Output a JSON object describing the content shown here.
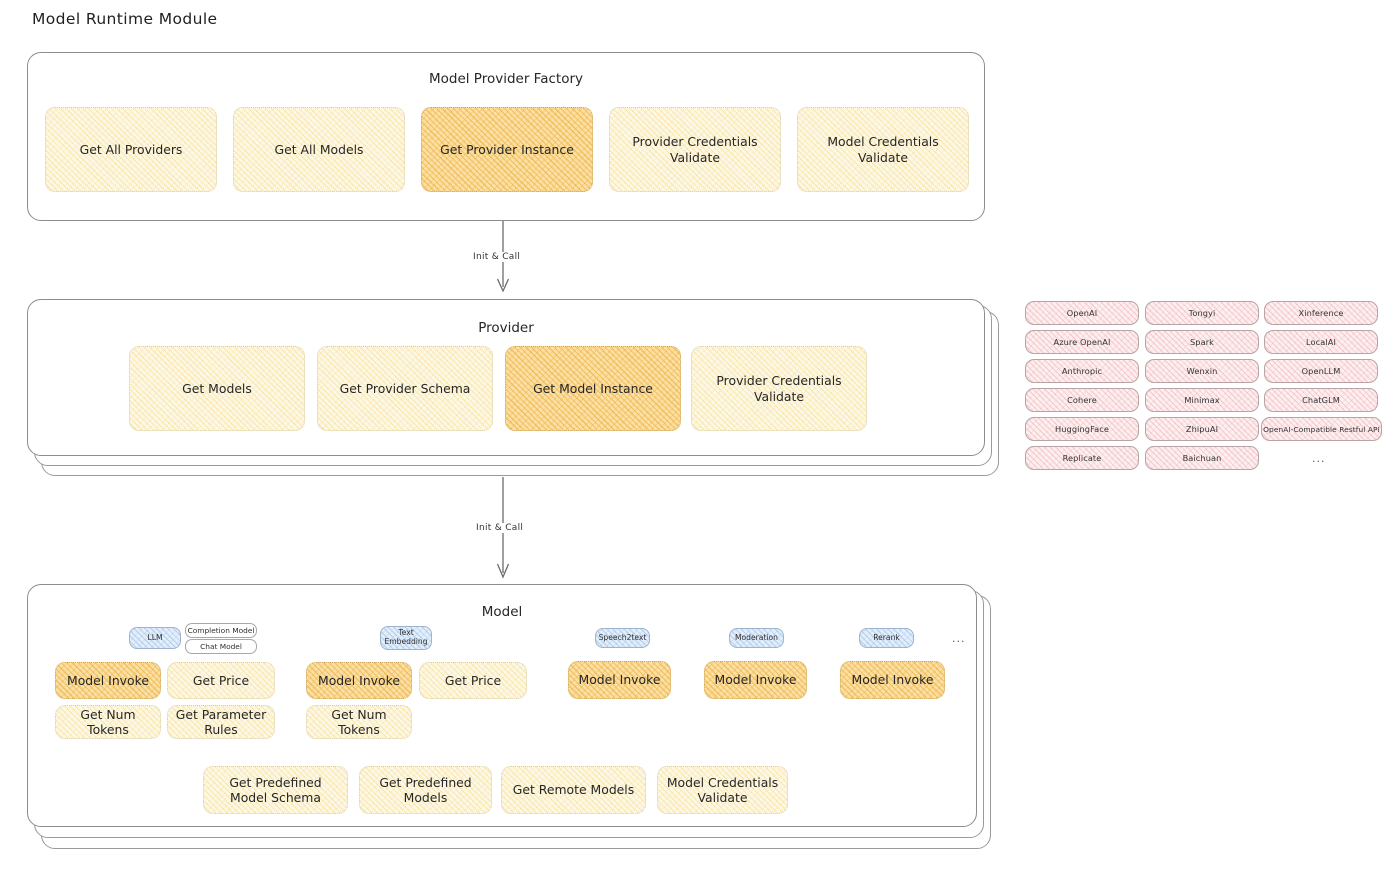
{
  "title": "Model Runtime Module",
  "factory": {
    "title": "Model Provider Factory",
    "cards": [
      {
        "label": "Get All Providers",
        "highlight": false
      },
      {
        "label": "Get All Models",
        "highlight": false
      },
      {
        "label": "Get Provider Instance",
        "highlight": true
      },
      {
        "label": "Provider Credentials Validate",
        "highlight": false
      },
      {
        "label": "Model Credentials Validate",
        "highlight": false
      }
    ]
  },
  "arrows": [
    {
      "label": "Init & Call"
    },
    {
      "label": "Init & Call"
    }
  ],
  "provider": {
    "title": "Provider",
    "cards": [
      {
        "label": "Get Models",
        "highlight": false
      },
      {
        "label": "Get Provider Schema",
        "highlight": false
      },
      {
        "label": "Get Model Instance",
        "highlight": true
      },
      {
        "label": "Provider Credentials Validate",
        "highlight": false
      }
    ]
  },
  "provider_list": {
    "columns": [
      [
        "OpenAI",
        "Azure OpenAI",
        "Anthropic",
        "Cohere",
        "HuggingFace",
        "Replicate"
      ],
      [
        "Tongyi",
        "Spark",
        "Wenxin",
        "Minimax",
        "ZhipuAI",
        "Baichuan"
      ],
      [
        "Xinference",
        "LocalAI",
        "OpenLLM",
        "ChatGLM",
        "OpenAI-Compatible Restful API"
      ]
    ],
    "ellipsis": "..."
  },
  "model": {
    "title": "Model",
    "ellipsis": "...",
    "types": [
      {
        "badge": "LLM",
        "subbadges": [
          "Completion Model",
          "Chat Model"
        ],
        "cards": [
          {
            "label": "Model Invoke",
            "highlight": true
          },
          {
            "label": "Get Price",
            "highlight": false
          },
          {
            "label": "Get Num Tokens",
            "highlight": false
          },
          {
            "label": "Get Parameter Rules",
            "highlight": false
          }
        ]
      },
      {
        "badge": "Text Embedding",
        "subbadges": [],
        "cards": [
          {
            "label": "Model Invoke",
            "highlight": true
          },
          {
            "label": "Get Price",
            "highlight": false
          },
          {
            "label": "Get Num Tokens",
            "highlight": false
          }
        ]
      },
      {
        "badge": "Speech2text",
        "subbadges": [],
        "cards": [
          {
            "label": "Model Invoke",
            "highlight": true
          }
        ]
      },
      {
        "badge": "Moderation",
        "subbadges": [],
        "cards": [
          {
            "label": "Model Invoke",
            "highlight": true
          }
        ]
      },
      {
        "badge": "Rerank",
        "subbadges": [],
        "cards": [
          {
            "label": "Model Invoke",
            "highlight": true
          }
        ]
      }
    ],
    "common_cards": [
      {
        "label": "Get Predefined Model Schema"
      },
      {
        "label": "Get Predefined Models"
      },
      {
        "label": "Get Remote Models"
      },
      {
        "label": "Model Credentials Validate"
      }
    ]
  },
  "colors": {
    "highlight_fill": "#fbdfa4",
    "light_fill": "#fdf8e6",
    "provider_chip_fill": "#fdeff0",
    "badge_fill": "#e3eefb",
    "border": "#8d8d8d",
    "text": "#2b2b2b"
  }
}
